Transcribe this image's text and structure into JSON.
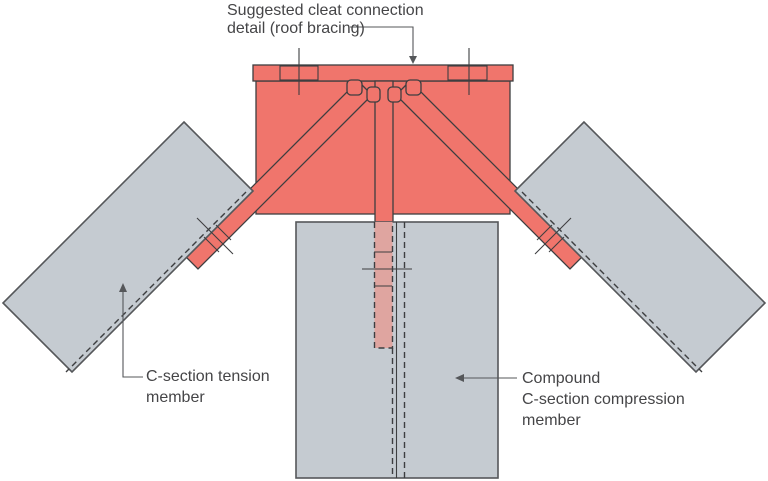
{
  "diagram": {
    "type": "structural-connection-detail",
    "labels": {
      "cleat_note": {
        "line1": "Suggested cleat connection",
        "line2": "detail (roof bracing)"
      },
      "tension": {
        "line1": "C-section tension",
        "line2": "member"
      },
      "compression": {
        "line1": "Compound",
        "line2": "C-section compression",
        "line3": "member"
      }
    },
    "colors": {
      "cleat_red": "#f0756c",
      "hidden_strap_pink": "#dfa5a0",
      "member_gray": "#c5cbd1",
      "outline_dark": "#3d3e40",
      "member_outline": "#55575a",
      "leader_gray": "#55575a",
      "text": "#454547",
      "background": "#ffffff"
    },
    "icons": {
      "arrow_down": "arrow-down-icon",
      "arrow_up": "arrow-up-icon",
      "arrow_left": "arrow-left-icon"
    }
  }
}
